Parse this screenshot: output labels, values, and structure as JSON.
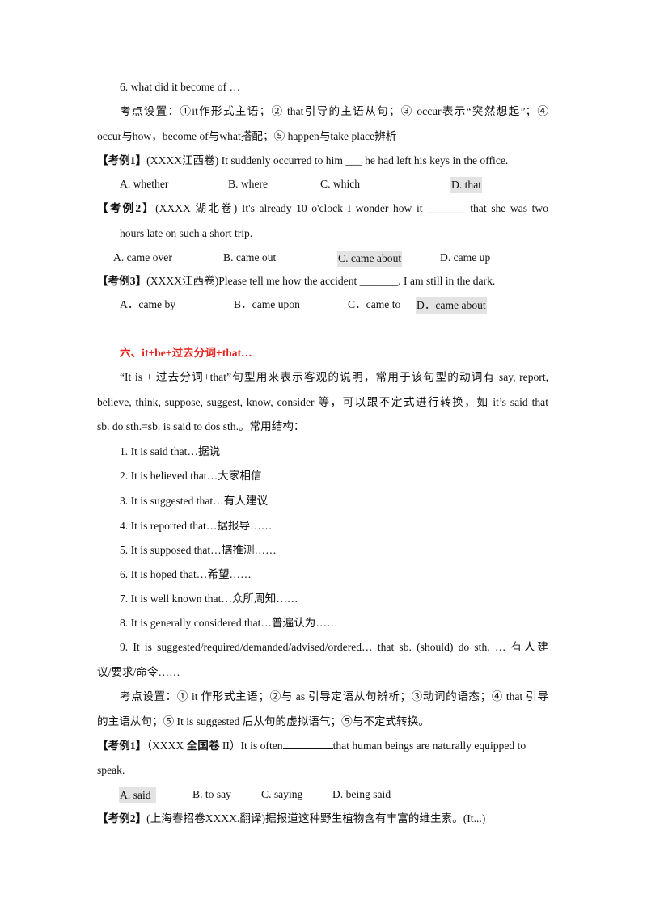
{
  "sec6": {
    "heading": "6. what did it become of …",
    "points1": "考点设置：①it作形式主语；② that引导的主语从句；③ occur表示“突然想起”；④",
    "points2": "occur与how，become of与what搭配；⑤ happen与take place辨析",
    "ex1": {
      "tag": "【考例1】",
      "text": "(XXXX江西卷) It suddenly occurred to him ___ he had left his keys in the office.",
      "options": [
        "A. whether",
        "B. where",
        "C. which",
        "D. that"
      ]
    },
    "ex2": {
      "tag": "【考例2】",
      "text": "(XXXX 湖北卷)  It's already 10 o'clock I wonder how it _______ that she was two",
      "text2": "hours late on such a short trip.",
      "options": [
        "A. came over",
        "B. came out",
        "C.  came about",
        "D. came up"
      ]
    },
    "ex3": {
      "tag": "【考例3】",
      "text": "(XXXX江西卷)Please tell me how the accident _______. I am still in the dark.",
      "options": [
        "A．came by",
        "B．came upon",
        "C．came to",
        "D．came about"
      ]
    }
  },
  "sec_six": {
    "heading": "六、it+be+过去分词+that…",
    "intro1": "“It is +  过去分词+that”句型用来表示客观的说明，常用于该句型的动词有 say, report,",
    "intro2": "believe, think, suppose, suggest, know, consider 等，可以跟不定式进行转换，如 it’s said that",
    "intro3": "sb. do sth.=sb. is said to dos sth.。常用结构：",
    "items": [
      "1. It is said that…据说",
      "2. It is believed that…大家相信",
      "3. It is suggested that…有人建议",
      "4.  It is reported that…据报导……",
      "5. It is supposed that…据推测……",
      "6. It is hoped that…希望……",
      "7. It is well known that…众所周知……",
      "8. It is generally considered that…普遍认为……"
    ],
    "item9a": "9. It is suggested/required/demanded/advised/ordered… that sb. (should) do sth. … 有人建",
    "item9b": "议/要求/命令……",
    "points1": "考点设置：① it 作形式主语；②与 as 引导定语从句辨析；③动词的语态；④ that 引导",
    "points2": "的主语从句；⑤ It is suggested 后从句的虚拟语气；⑤与不定式转换。",
    "ex1": {
      "tag": "【考例1】",
      "src_a": "（XXXX ",
      "src_b": "全国卷",
      "src_c": " II）It is often",
      "text_after": "that human beings are naturally equipped to",
      "text2": "speak.",
      "options": [
        "A. said",
        "B. to say",
        "C. saying",
        "D. being said"
      ]
    },
    "ex2": {
      "tag": "【考例2】",
      "text": "(上海春招卷XXXX.翻译)据报道这种野生植物含有丰富的维生素。(It...)"
    }
  }
}
